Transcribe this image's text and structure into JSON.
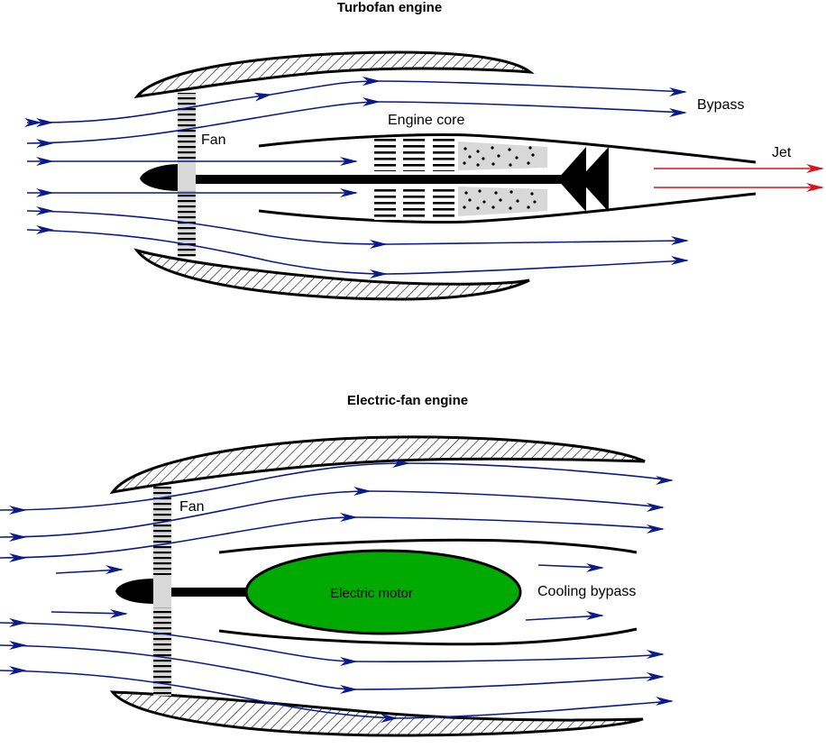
{
  "colors": {
    "flow": "#0a1a8c",
    "jet": "#e0101a",
    "motor": "#00aa00",
    "fan_gray": "#d8d8d8",
    "outline": "#000000"
  },
  "turbofan": {
    "title": "Turbofan engine",
    "labels": {
      "bypass": "Bypass",
      "engine_core": "Engine core",
      "fan": "Fan",
      "jet": "Jet"
    }
  },
  "electric_fan": {
    "title": "Electric-fan engine",
    "labels": {
      "fan": "Fan",
      "motor": "Electric motor",
      "cooling_bypass": "Cooling bypass"
    }
  }
}
